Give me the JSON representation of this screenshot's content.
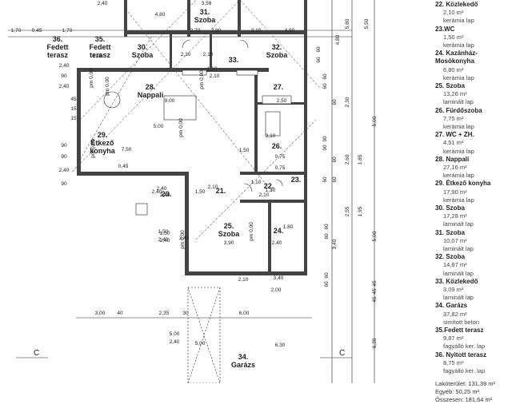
{
  "rooms": [
    {
      "key": "r36a",
      "no": "36.",
      "name": "Fedett",
      "extra": "terasz"
    },
    {
      "key": "r35a",
      "no": "35.",
      "name": "Fedett",
      "extra": "terasz"
    },
    {
      "key": "r30",
      "no": "30.",
      "name": "Szoba"
    },
    {
      "key": "r31",
      "no": "31.",
      "name": "Szoba"
    },
    {
      "key": "r32",
      "no": "32.",
      "name": "Szoba"
    },
    {
      "key": "r33",
      "no": "33.",
      "name": ""
    },
    {
      "key": "r28",
      "no": "28.",
      "name": "Nappali"
    },
    {
      "key": "r27",
      "no": "27.",
      "name": ""
    },
    {
      "key": "r29",
      "no": "29.",
      "name": "Étkező",
      "extra": "konyha"
    },
    {
      "key": "r26",
      "no": "26.",
      "name": ""
    },
    {
      "key": "r20",
      "no": "20.",
      "name": ""
    },
    {
      "key": "r21",
      "no": "21.",
      "name": ""
    },
    {
      "key": "r22",
      "no": "22.",
      "name": ""
    },
    {
      "key": "r23",
      "no": "23.",
      "name": ""
    },
    {
      "key": "r25",
      "no": "25.",
      "name": "Szoba"
    },
    {
      "key": "r24",
      "no": "24.",
      "name": ""
    },
    {
      "key": "r34",
      "no": "34.",
      "name": "Garázs"
    }
  ],
  "dimensions": {
    "top": [
      "2,40",
      "3,59",
      "1,70",
      "0,45",
      "1,70",
      "2,80",
      "2,70",
      "3,10",
      "1,20",
      "4,80",
      "4,80"
    ],
    "mid": [
      "9,00",
      "5,00",
      "7,50",
      "2,40",
      "2,10",
      "2,10",
      "1,10",
      "2,10",
      "1,50",
      "3,10",
      "2,50",
      "1,50",
      "1,10",
      "2,40",
      "2,10",
      "1,30",
      "0,75",
      "2,10",
      "0,75"
    ],
    "bottom": [
      "3,00",
      "40",
      "2,35",
      "30",
      "6,00",
      "3,90",
      "1,50",
      "2,40",
      "3,40",
      "2,40",
      "3,40",
      "1,80",
      "5,00",
      "2,40",
      "6,30",
      "5,00",
      "2,10",
      "2,00"
    ],
    "right": [
      "5,80",
      "5,50",
      "4,80",
      "60",
      "60",
      "2,30",
      "60",
      "60",
      "60",
      "5,00",
      "90",
      "90",
      "60",
      "2,60",
      "1,85",
      "60",
      "60",
      "2,55",
      "1,95",
      "60",
      "60",
      "5,00",
      "3,40",
      "60",
      "60",
      "6,30",
      "45",
      "45",
      "45"
    ],
    "left": [
      "2,40",
      "90",
      "2,40",
      "45",
      "15",
      "15",
      "90",
      "90",
      "2,40",
      "90",
      "0,45",
      "2,40",
      "1,50",
      "2,40"
    ],
    "small": [
      "pm 0,00",
      "pm 0,00",
      "pm 0,00",
      "pm 0,00",
      "pm 0,00",
      "pm 0,00",
      "pm 0,00"
    ]
  },
  "section_marks": {
    "left": "C",
    "right": "C"
  },
  "legend": {
    "items": [
      {
        "title": "22. Közlekedő",
        "area": "2,10 m²",
        "mat": "kerámia lap"
      },
      {
        "title": "23.WC",
        "area": "1,50 m²",
        "mat": "kerámia lap"
      },
      {
        "title": "24. Kazánház-",
        "title2": "Mosókonyha",
        "area": "6,80 m²",
        "mat": "kerámia lap"
      },
      {
        "title": "25. Szoba",
        "area": "13,26 m²",
        "mat": "laminált lap"
      },
      {
        "title": "26. Fürdőszoba",
        "area": "7,75 m²",
        "mat": "kerámia lap"
      },
      {
        "title": "27. WC + ZH.",
        "area": "4,51 m²",
        "mat": "kerámia lap"
      },
      {
        "title": "28. Nappali",
        "area": "27,16 m²",
        "mat": "kerámia lap"
      },
      {
        "title": "29. Étkező konyha",
        "area": "17,90 m²",
        "mat": "kerámia lap"
      },
      {
        "title": "30. Szoba",
        "area": "17,28 m²",
        "mat": "laminált lap"
      },
      {
        "title": "31. Szoba",
        "area": "10,07 m²",
        "mat": "laminált lap"
      },
      {
        "title": "32. Szoba",
        "area": "14,87 m²",
        "mat": "laminált lap"
      },
      {
        "title": "33. Közlekedő",
        "area": "3,09 m²",
        "mat": "laminált lap"
      },
      {
        "title": "34. Garázs",
        "area": "37,82 m²",
        "mat": "simított beton"
      },
      {
        "title": "35.Fedett terasz",
        "area": "9,87 m²",
        "mat": "fagyálló ker. lap"
      },
      {
        "title": "36. Nyitott terasz",
        "area": "8,75 m²",
        "mat": "fagyálló ker. lap"
      }
    ],
    "totals": [
      "Lakóterület: 131,39 m²",
      "Egyéb: 50,25 m²",
      "Összesen: 181,64 m²"
    ]
  }
}
